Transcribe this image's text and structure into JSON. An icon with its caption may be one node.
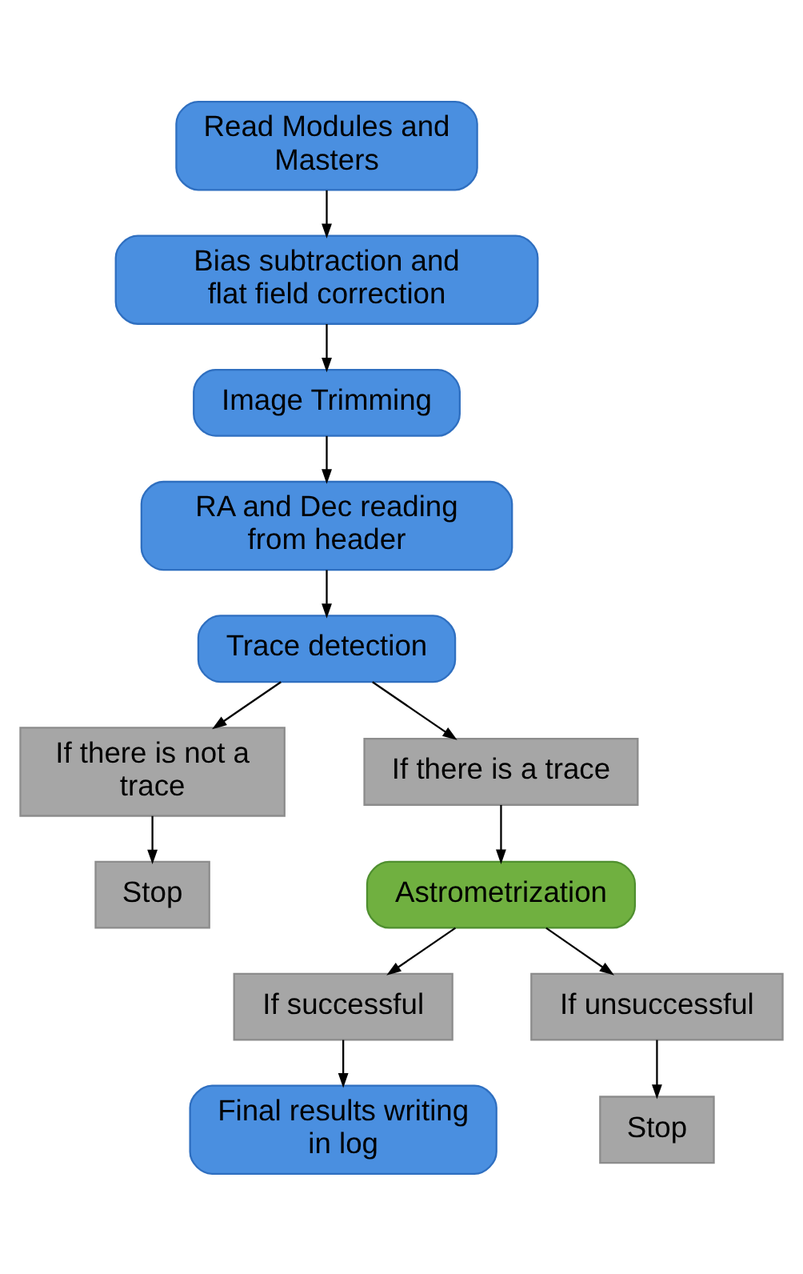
{
  "diagram": {
    "nodes": [
      {
        "text": [
          "Read Modules and Masters"
        ]
      },
      {
        "text": [
          "Bias subtraction and flat field correction"
        ]
      },
      {
        "text": [
          "Image Trimming"
        ]
      },
      {
        "text": [
          "RA and Dec reading from header"
        ]
      },
      {
        "text": [
          "Trace detection"
        ]
      },
      {
        "text": [
          "If there is not a trace"
        ]
      },
      {
        "text": [
          "If there is a trace"
        ]
      },
      {
        "text": [
          "Stop"
        ]
      },
      {
        "text": [
          "Astrometrization"
        ]
      },
      {
        "text": [
          "If successful"
        ]
      },
      {
        "text": [
          "If unsuccessful"
        ]
      },
      {
        "text": [
          "Stop"
        ]
      },
      {
        "text": [
          "Final results writing in log"
        ]
      }
    ],
    "edges": [
      {
        "from": 0,
        "to": 1,
        "arrow": "to"
      },
      {
        "from": 1,
        "to": 2,
        "arrow": "to"
      },
      {
        "from": 2,
        "to": 3,
        "arrow": "to"
      },
      {
        "from": 3,
        "to": 4,
        "arrow": "to"
      },
      {
        "from": 4,
        "to": 5,
        "arrow": "to"
      },
      {
        "from": 4,
        "to": 6,
        "arrow": "to"
      },
      {
        "from": 5,
        "to": 7,
        "arrow": "to"
      },
      {
        "from": 6,
        "to": 8,
        "arrow": "to"
      },
      {
        "from": 8,
        "to": 9,
        "arrow": "to"
      },
      {
        "from": 8,
        "to": 10,
        "arrow": "to"
      },
      {
        "from": 10,
        "to": 11,
        "arrow": "to"
      },
      {
        "from": 9,
        "to": 12,
        "arrow": "to"
      }
    ]
  }
}
